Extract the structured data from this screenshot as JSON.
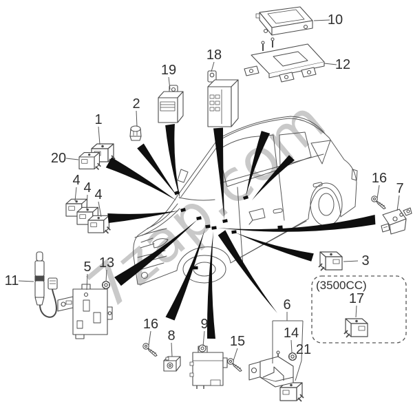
{
  "watermark": {
    "text": "7zap.com",
    "color": "#c9c9c9"
  },
  "variant_box": {
    "label": "(3500CC)"
  },
  "callouts": [
    {
      "label": "1"
    },
    {
      "label": "2"
    },
    {
      "label": "3"
    },
    {
      "label": "4"
    },
    {
      "label": "4"
    },
    {
      "label": "4"
    },
    {
      "label": "5"
    },
    {
      "label": "6"
    },
    {
      "label": "7"
    },
    {
      "label": "8"
    },
    {
      "label": "9"
    },
    {
      "label": "10"
    },
    {
      "label": "11"
    },
    {
      "label": "12"
    },
    {
      "label": "13"
    },
    {
      "label": "14"
    },
    {
      "label": "15"
    },
    {
      "label": "16"
    },
    {
      "label": "16"
    },
    {
      "label": "17"
    },
    {
      "label": "18"
    },
    {
      "label": "19"
    },
    {
      "label": "20"
    },
    {
      "label": "21"
    }
  ],
  "parts": [
    {
      "callout": "1",
      "part": "relay"
    },
    {
      "callout": "2",
      "part": "small-sensor"
    },
    {
      "callout": "3",
      "part": "relay"
    },
    {
      "callout": "4",
      "part": "relay-bank-of-three"
    },
    {
      "callout": "5",
      "part": "control-module"
    },
    {
      "callout": "6",
      "part": "bracket-assembly"
    },
    {
      "callout": "7",
      "part": "sensor-with-bracket"
    },
    {
      "callout": "8",
      "part": "sensor"
    },
    {
      "callout": "9",
      "part": "control-module"
    },
    {
      "callout": "10",
      "part": "control-unit"
    },
    {
      "callout": "11",
      "part": "antenna-with-cable"
    },
    {
      "callout": "12",
      "part": "mounting-bracket"
    },
    {
      "callout": "13",
      "part": "nut"
    },
    {
      "callout": "14",
      "part": "nut"
    },
    {
      "callout": "15",
      "part": "screw"
    },
    {
      "callout": "16",
      "part": "screw"
    },
    {
      "callout": "17",
      "part": "relay"
    },
    {
      "callout": "18",
      "part": "control-module"
    },
    {
      "callout": "19",
      "part": "control-module"
    },
    {
      "callout": "20",
      "part": "relay"
    },
    {
      "callout": "21",
      "part": "relay"
    }
  ],
  "colors": {
    "background": "#ffffff",
    "line_art": "#4a4a4a",
    "arrow": "#0f0f0f",
    "label_text": "#2f2f2f",
    "watermark": "#c9c9c9"
  }
}
